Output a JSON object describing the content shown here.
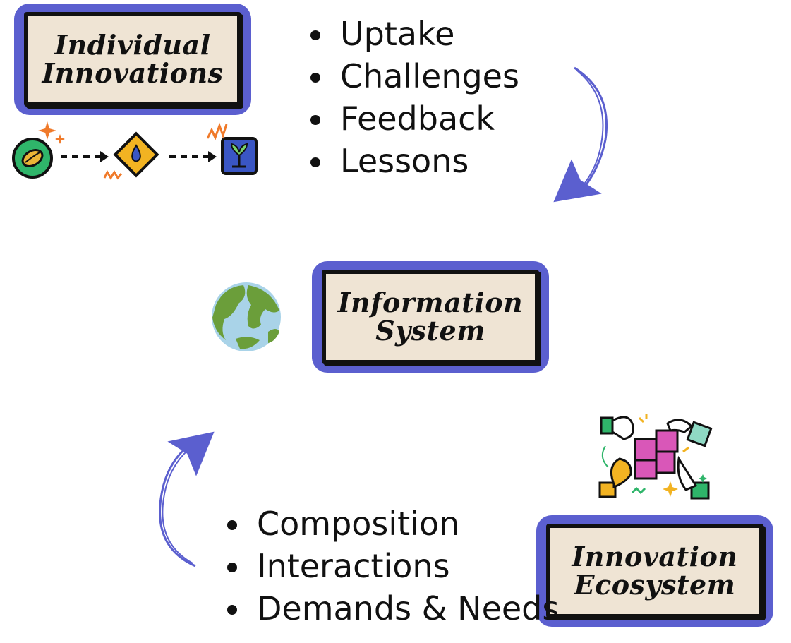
{
  "boxes": {
    "individual_innovations": "Individual\nInnovations",
    "information_system": "Information\nSystem",
    "innovation_ecosystem": "Innovation\nEcosystem"
  },
  "top_list": [
    "Uptake",
    "Challenges",
    "Feedback",
    "Lessons"
  ],
  "bottom_list": [
    "Composition",
    "Interactions",
    "Demands & Needs"
  ],
  "colors": {
    "box_border": "#5b5fcf",
    "box_fill": "#efe4d4",
    "ink": "#111111",
    "arrow": "#5b5fcf",
    "accent_orange": "#f07a2a",
    "puzzle": "#d957b8"
  },
  "icons": [
    "seed-icon",
    "water-drop-icon",
    "sprout-icon",
    "globe-icon",
    "puzzle-collaboration-icon"
  ]
}
